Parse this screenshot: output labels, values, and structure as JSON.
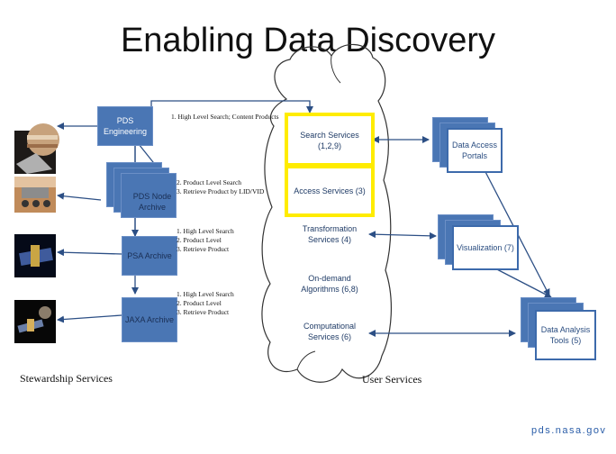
{
  "title": "Enabling Data Discovery",
  "archives": {
    "engineering": "PDS Engineering",
    "pds_node": "PDS Node Archive",
    "psa": "PSA Archive",
    "jaxa": "JAXA Archive"
  },
  "steps": {
    "engineering": [
      "1.  High Level Search; Content Products"
    ],
    "pds_node": [
      "2.  Product Level Search",
      "3.  Retrieve Product by LID/VID"
    ],
    "psa": [
      "1.  High Level Search",
      "2.  Product Level",
      "3.  Retrieve Product"
    ],
    "jaxa": [
      "1.  High Level Search",
      "2.  Product Level",
      "3.  Retrieve Product"
    ]
  },
  "services": {
    "search": "Search Services (1,2,9)",
    "access": "Access Services (3)",
    "transformation": "Transformation Services (4)",
    "ondemand": "On-demand Algorithms (6,8)",
    "computational": "Computational Services (6)"
  },
  "user_tools": {
    "portals": "Data Access Portals",
    "visualization": "Visualization (7)",
    "analysis": "Data Analysis Tools (5)"
  },
  "footer": {
    "stewardship": "Stewardship Services",
    "user": "User Services",
    "site": "pds.nasa.gov"
  },
  "colors": {
    "box_blue": "#4a76b4",
    "highlight": "#ffec00",
    "text_blue": "#2a4d80"
  }
}
